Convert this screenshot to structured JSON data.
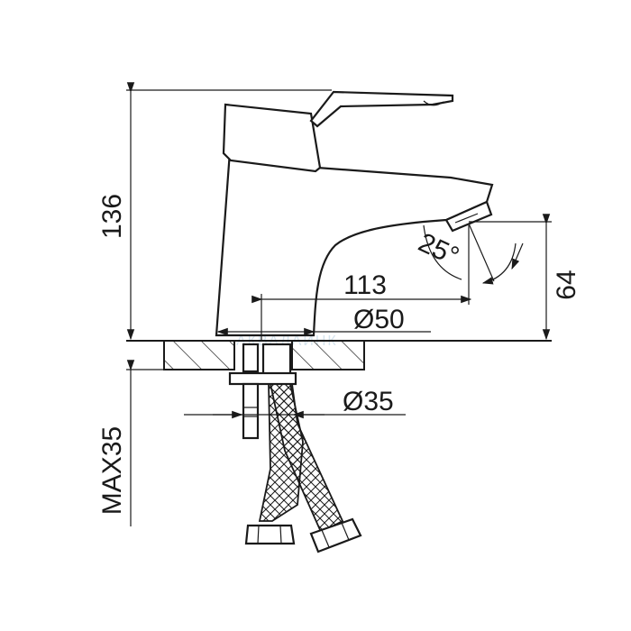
{
  "dimensions": {
    "height_total": "136",
    "spout_height": "64",
    "spout_reach": "113",
    "base_diameter": "Ø50",
    "mount_diameter": "Ø35",
    "max_deck": "MAX35",
    "spout_angle": "25°"
  },
  "watermark": "АКВАЛАЙНК",
  "colors": {
    "line": "#1a1a1a",
    "watermark": "#d6e4ee",
    "background": "#ffffff"
  }
}
